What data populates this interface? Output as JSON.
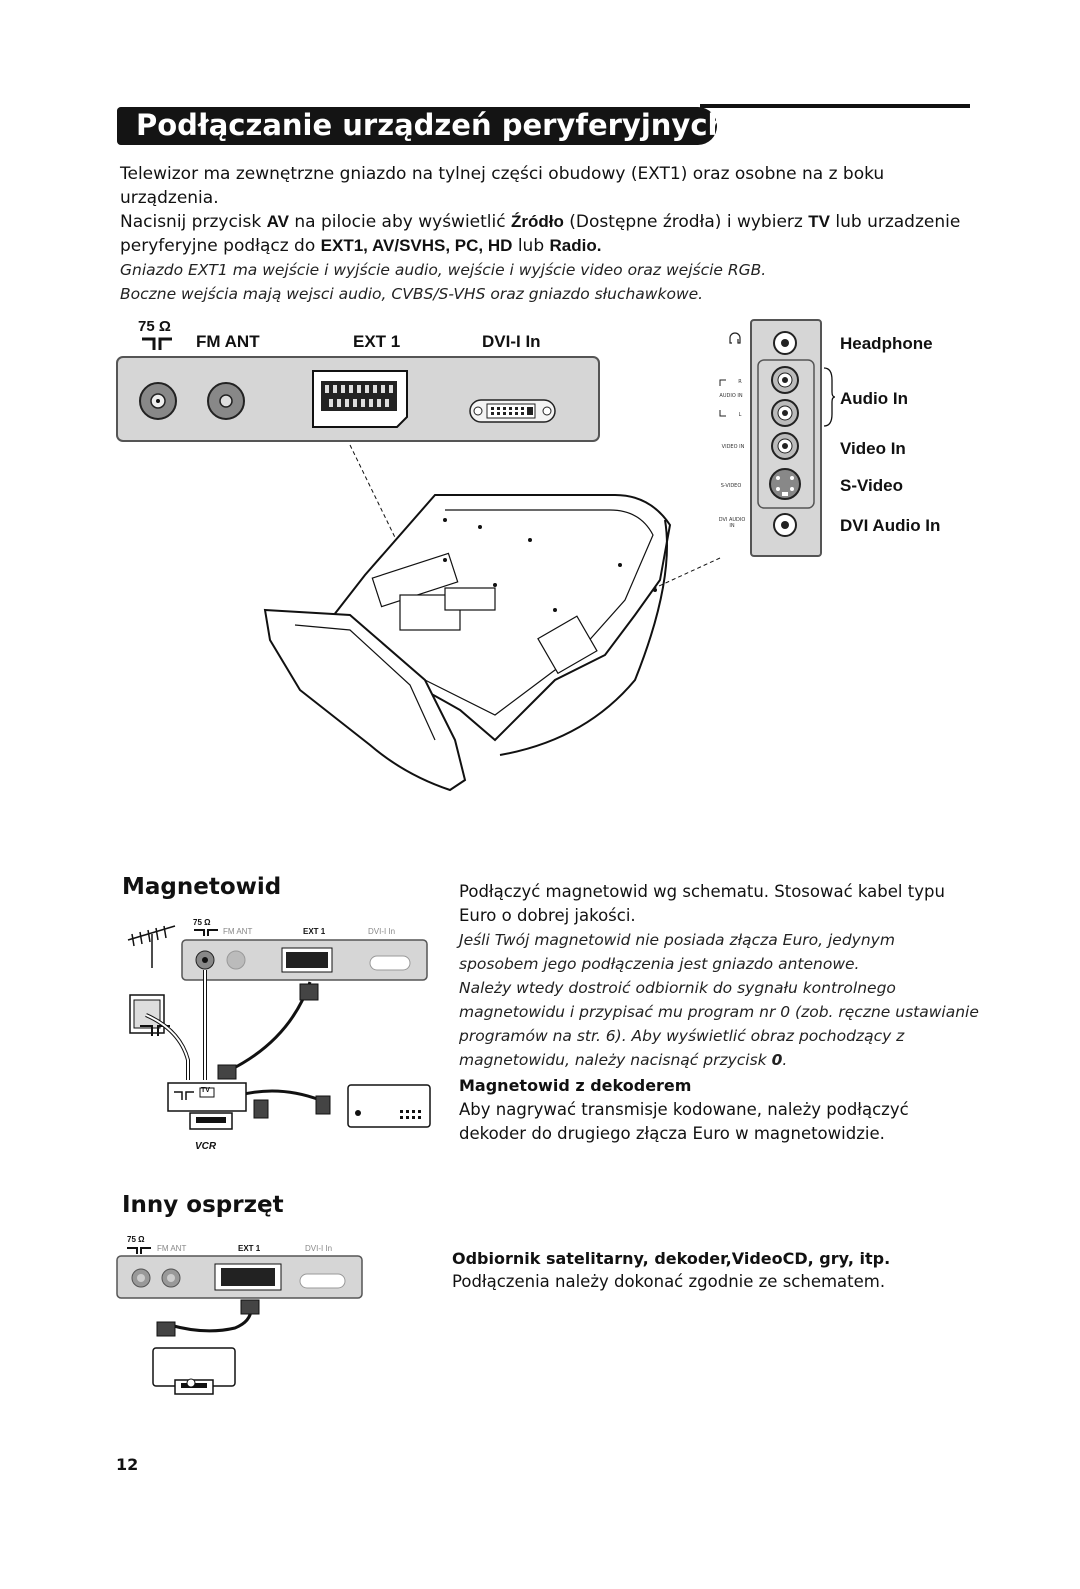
{
  "header": {
    "title": "Podłączanie urządzeń peryferyjnych"
  },
  "intro": {
    "line1": "Telewizor ma zewnętrzne gniazdo na tylnej części obudowy (EXT1) oraz osobne na z boku urządzenia.",
    "line2_a": "Nacisnij przycisk ",
    "line2_b": "AV",
    "line2_c": " na pilocie aby wyświetlić ",
    "line2_d": "Źródło",
    "line2_e": " (Dostępne źrodła) i wybierz ",
    "line2_f": "TV",
    "line2_g": " lub urzadzenie",
    "line3_a": "peryferyjne podłącz do ",
    "line3_b": "EXT1, AV/SVHS, PC, HD",
    "line3_c": " lub ",
    "line3_d": "Radio.",
    "italic1": "Gniazdo EXT1 ma wejście i wyjście audio, wejście i wyjście video oraz wejście RGB.",
    "italic2": "Boczne wejścia mają wejsci audio, CVBS/S-VHS oraz gniazdo słuchawkowe."
  },
  "back_panel": {
    "ohm": "75 Ω",
    "fm_ant": "FM ANT",
    "ext1": "EXT 1",
    "dvi": "DVI-I In"
  },
  "side_panel": {
    "headphone": "Headphone",
    "audio_in": "Audio In",
    "video_in": "Video In",
    "s_video": "S-Video",
    "dvi_audio_in": "DVI Audio In",
    "tiny_r": "R",
    "tiny_audio_in": "AUDIO IN",
    "tiny_l": "L",
    "tiny_video_in": "VIDEO IN",
    "tiny_svideo": "S-VIDEO",
    "tiny_dvi_audio_in": "DVI AUDIO IN"
  },
  "vcr_section": {
    "heading": "Magnetowid",
    "para1": "Podłączyć magnetowid wg schematu. Stosować kabel typu Euro o dobrej jakości.",
    "italic1": "Jeśli Twój magnetowid nie posiada złącza Euro, jedynym sposobem jego podłączenia jest gniazdo antenowe.",
    "italic2_a": "Należy wtedy dostroić odbiornik do sygnału kontrolnego magnetowidu i przypisać mu program nr 0 (zob. ręczne ustawianie programów na str. 6). Aby wyświetlić obraz pochodzący z magnetowidu, należy nacisnąć przycisk ",
    "italic2_b": "0",
    "italic2_c": ".",
    "subheading": "Magnetowid z dekoderem",
    "para2": "Aby nagrywać transmisje kodowane, należy podłączyć dekoder do drugiego złącza Euro w magnetowidzie.",
    "diagram_ohm": "75 Ω",
    "diagram_fm": "FM ANT",
    "diagram_ext": "EXT 1",
    "diagram_dvi": "DVI-I In",
    "vcr_label": "VCR",
    "tv_label": "TV"
  },
  "other_section": {
    "heading": "Inny osprzęt",
    "subheading": "Odbiornik satelitarny, dekoder,VideoCD, gry, itp.",
    "para": "Podłączenia należy dokonać zgodnie ze schematem.",
    "diagram_ohm": "75 Ω",
    "diagram_fm": "FM ANT",
    "diagram_ext": "EXT 1",
    "diagram_dvi": "DVI-I In"
  },
  "footer": {
    "page_number": "12"
  }
}
